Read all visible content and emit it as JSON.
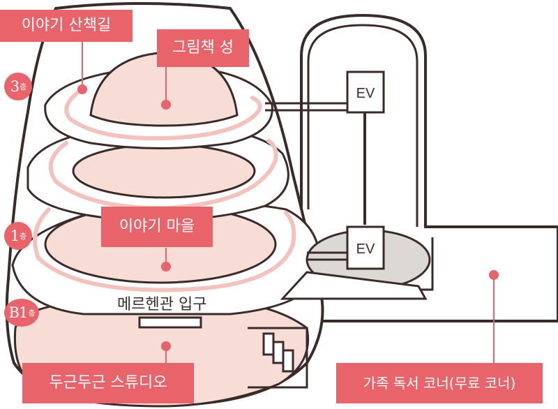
{
  "labels": {
    "story_trail": "이야기 산책길",
    "picture_book_castle": "그림책 성",
    "story_village": "이야기 마을",
    "entrance": "메르헨관 입구",
    "dugeun_studio": "두근두근 스튜디오",
    "family_reading": "가족 독서 코너(무료 코너)"
  },
  "floors": {
    "f3": {
      "num": "3",
      "suffix": "층"
    },
    "f1": {
      "num": "1",
      "suffix": "층"
    },
    "b1": {
      "num": "B1",
      "suffix": "층"
    }
  },
  "elevator": {
    "top": "EV",
    "bottom": "EV"
  },
  "colors": {
    "accent": "#e8636a",
    "outline": "#3a2a2a",
    "zone": "#f7ddd6",
    "trail": "#f3c2bd",
    "ev_floor": "#dcd8d3"
  }
}
